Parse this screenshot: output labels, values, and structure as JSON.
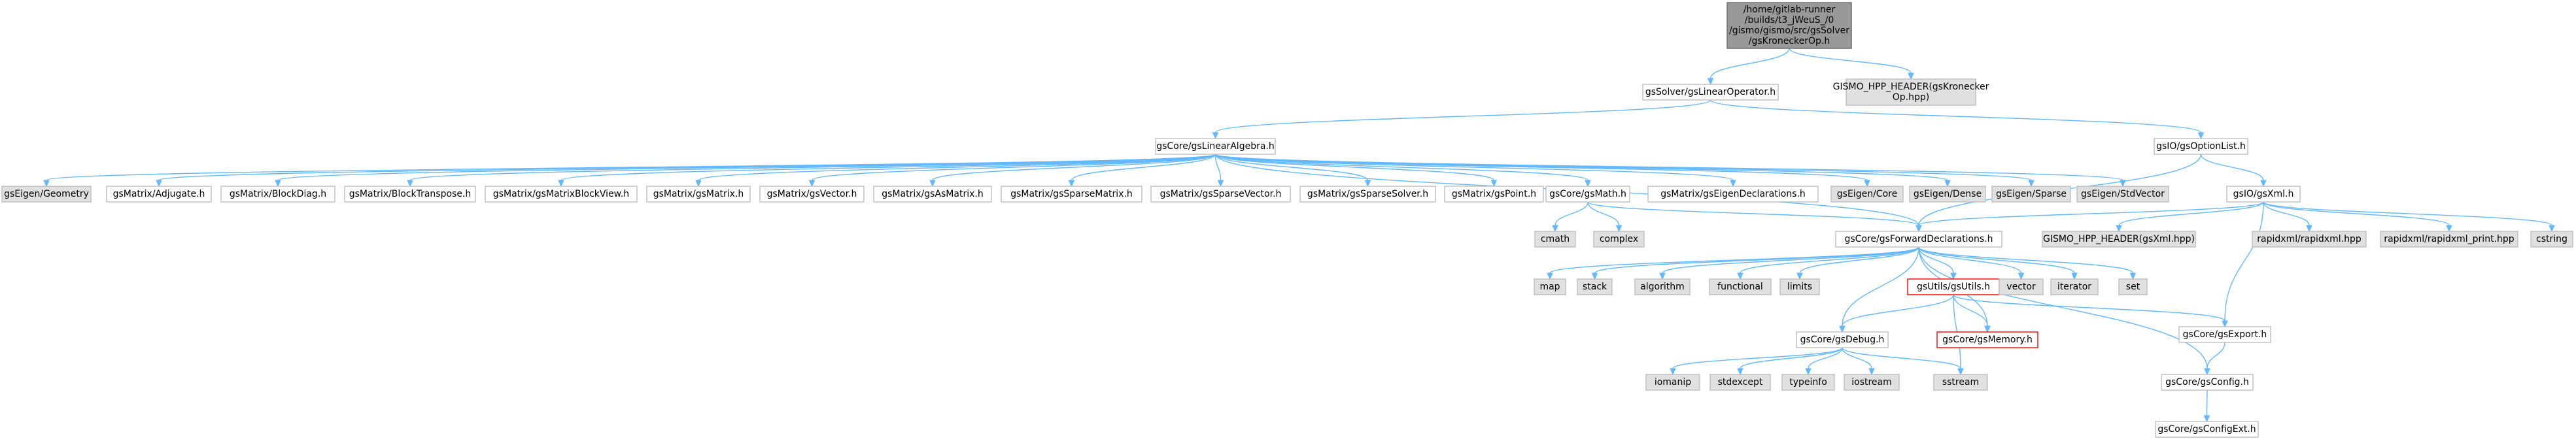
{
  "colors": {
    "edge": "#63B8FF",
    "root_fill": "#999999",
    "root_stroke": "#666666",
    "local_fill": "#ffffff",
    "local_stroke": "#bfbfbf",
    "system_fill": "#e0e0e0",
    "system_stroke": "#bfbfbf",
    "highlight_stroke": "#ff0000",
    "text": "#000000"
  },
  "graph": {
    "nodes": [
      {
        "id": "root",
        "kind": "root",
        "lines": [
          "/home/gitlab-runner",
          "/builds/t3_jWeuS_/0",
          "/gismo/gismo/src/gsSolver",
          "/gsKroneckerOp.h"
        ]
      },
      {
        "id": "linop",
        "kind": "local",
        "lines": [
          "gsSolver/gsLinearOperator.h"
        ]
      },
      {
        "id": "hdrKron",
        "kind": "system",
        "lines": [
          "GISMO_HPP_HEADER(gsKronecker",
          "Op.hpp)"
        ]
      },
      {
        "id": "linalg",
        "kind": "local",
        "lines": [
          "gsCore/gsLinearAlgebra.h"
        ]
      },
      {
        "id": "optlist",
        "kind": "local",
        "lines": [
          "gsIO/gsOptionList.h"
        ]
      },
      {
        "id": "eigGeom",
        "kind": "system",
        "lines": [
          "gsEigen/Geometry"
        ]
      },
      {
        "id": "adjugate",
        "kind": "local",
        "lines": [
          "gsMatrix/Adjugate.h"
        ]
      },
      {
        "id": "blockdiag",
        "kind": "local",
        "lines": [
          "gsMatrix/BlockDiag.h"
        ]
      },
      {
        "id": "blocktr",
        "kind": "local",
        "lines": [
          "gsMatrix/BlockTranspose.h"
        ]
      },
      {
        "id": "blockview",
        "kind": "local",
        "lines": [
          "gsMatrix/gsMatrixBlockView.h"
        ]
      },
      {
        "id": "gsmatrix",
        "kind": "local",
        "lines": [
          "gsMatrix/gsMatrix.h"
        ]
      },
      {
        "id": "gsvector",
        "kind": "local",
        "lines": [
          "gsMatrix/gsVector.h"
        ]
      },
      {
        "id": "asmatrix",
        "kind": "local",
        "lines": [
          "gsMatrix/gsAsMatrix.h"
        ]
      },
      {
        "id": "spmatrix",
        "kind": "local",
        "lines": [
          "gsMatrix/gsSparseMatrix.h"
        ]
      },
      {
        "id": "spvector",
        "kind": "local",
        "lines": [
          "gsMatrix/gsSparseVector.h"
        ]
      },
      {
        "id": "spsolver",
        "kind": "local",
        "lines": [
          "gsMatrix/gsSparseSolver.h"
        ]
      },
      {
        "id": "point",
        "kind": "local",
        "lines": [
          "gsMatrix/gsPoint.h"
        ]
      },
      {
        "id": "math",
        "kind": "local",
        "lines": [
          "gsCore/gsMath.h"
        ]
      },
      {
        "id": "eigdecl",
        "kind": "local",
        "lines": [
          "gsMatrix/gsEigenDeclarations.h"
        ]
      },
      {
        "id": "eigCore",
        "kind": "system",
        "lines": [
          "gsEigen/Core"
        ]
      },
      {
        "id": "eigDense",
        "kind": "system",
        "lines": [
          "gsEigen/Dense"
        ]
      },
      {
        "id": "eigSparse",
        "kind": "system",
        "lines": [
          "gsEigen/Sparse"
        ]
      },
      {
        "id": "eigStd",
        "kind": "system",
        "lines": [
          "gsEigen/StdVector"
        ]
      },
      {
        "id": "xml",
        "kind": "local",
        "lines": [
          "gsIO/gsXml.h"
        ]
      },
      {
        "id": "cmath",
        "kind": "system",
        "lines": [
          "cmath"
        ]
      },
      {
        "id": "complex",
        "kind": "system",
        "lines": [
          "complex"
        ]
      },
      {
        "id": "fwd",
        "kind": "local",
        "lines": [
          "gsCore/gsForwardDeclarations.h"
        ]
      },
      {
        "id": "hdrXml",
        "kind": "system",
        "lines": [
          "GISMO_HPP_HEADER(gsXml.hpp)"
        ]
      },
      {
        "id": "rapid",
        "kind": "system",
        "lines": [
          "rapidxml/rapidxml.hpp"
        ]
      },
      {
        "id": "rapidprint",
        "kind": "system",
        "lines": [
          "rapidxml/rapidxml_print.hpp"
        ]
      },
      {
        "id": "cstring",
        "kind": "system",
        "lines": [
          "cstring"
        ]
      },
      {
        "id": "map",
        "kind": "system",
        "lines": [
          "map"
        ]
      },
      {
        "id": "stack",
        "kind": "system",
        "lines": [
          "stack"
        ]
      },
      {
        "id": "algorithm",
        "kind": "system",
        "lines": [
          "algorithm"
        ]
      },
      {
        "id": "functional",
        "kind": "system",
        "lines": [
          "functional"
        ]
      },
      {
        "id": "limits",
        "kind": "system",
        "lines": [
          "limits"
        ]
      },
      {
        "id": "utils",
        "kind": "highlight",
        "lines": [
          "gsUtils/gsUtils.h"
        ]
      },
      {
        "id": "vector",
        "kind": "system",
        "lines": [
          "vector"
        ]
      },
      {
        "id": "iterator",
        "kind": "system",
        "lines": [
          "iterator"
        ]
      },
      {
        "id": "set",
        "kind": "system",
        "lines": [
          "set"
        ]
      },
      {
        "id": "export",
        "kind": "local",
        "lines": [
          "gsCore/gsExport.h"
        ]
      },
      {
        "id": "debug",
        "kind": "local",
        "lines": [
          "gsCore/gsDebug.h"
        ]
      },
      {
        "id": "memory",
        "kind": "highlight",
        "lines": [
          "gsCore/gsMemory.h"
        ]
      },
      {
        "id": "config",
        "kind": "local",
        "lines": [
          "gsCore/gsConfig.h"
        ]
      },
      {
        "id": "iomanip",
        "kind": "system",
        "lines": [
          "iomanip"
        ]
      },
      {
        "id": "stdexcept",
        "kind": "system",
        "lines": [
          "stdexcept"
        ]
      },
      {
        "id": "typeinfo",
        "kind": "system",
        "lines": [
          "typeinfo"
        ]
      },
      {
        "id": "iostream",
        "kind": "system",
        "lines": [
          "iostream"
        ]
      },
      {
        "id": "sstream",
        "kind": "system",
        "lines": [
          "sstream"
        ]
      },
      {
        "id": "configext",
        "kind": "local",
        "lines": [
          "gsCore/gsConfigExt.h"
        ]
      }
    ],
    "edges": [
      [
        "root",
        "linop"
      ],
      [
        "root",
        "hdrKron"
      ],
      [
        "linop",
        "linalg"
      ],
      [
        "linop",
        "optlist"
      ],
      [
        "linalg",
        "eigGeom"
      ],
      [
        "linalg",
        "adjugate"
      ],
      [
        "linalg",
        "blockdiag"
      ],
      [
        "linalg",
        "blocktr"
      ],
      [
        "linalg",
        "blockview"
      ],
      [
        "linalg",
        "gsmatrix"
      ],
      [
        "linalg",
        "gsvector"
      ],
      [
        "linalg",
        "asmatrix"
      ],
      [
        "linalg",
        "spmatrix"
      ],
      [
        "linalg",
        "spvector"
      ],
      [
        "linalg",
        "spsolver"
      ],
      [
        "linalg",
        "point"
      ],
      [
        "linalg",
        "math"
      ],
      [
        "linalg",
        "eigdecl"
      ],
      [
        "linalg",
        "eigCore"
      ],
      [
        "linalg",
        "eigDense"
      ],
      [
        "linalg",
        "eigSparse"
      ],
      [
        "linalg",
        "eigStd"
      ],
      [
        "linalg",
        "fwd"
      ],
      [
        "optlist",
        "xml"
      ],
      [
        "optlist",
        "fwd"
      ],
      [
        "math",
        "cmath"
      ],
      [
        "math",
        "complex"
      ],
      [
        "math",
        "fwd"
      ],
      [
        "xml",
        "fwd"
      ],
      [
        "xml",
        "hdrXml"
      ],
      [
        "xml",
        "rapid"
      ],
      [
        "xml",
        "rapidprint"
      ],
      [
        "xml",
        "cstring"
      ],
      [
        "xml",
        "export"
      ],
      [
        "fwd",
        "map"
      ],
      [
        "fwd",
        "stack"
      ],
      [
        "fwd",
        "algorithm"
      ],
      [
        "fwd",
        "functional"
      ],
      [
        "fwd",
        "limits"
      ],
      [
        "fwd",
        "utils"
      ],
      [
        "fwd",
        "vector"
      ],
      [
        "fwd",
        "iterator"
      ],
      [
        "fwd",
        "set"
      ],
      [
        "fwd",
        "debug"
      ],
      [
        "fwd",
        "memory"
      ],
      [
        "fwd",
        "config"
      ],
      [
        "utils",
        "debug"
      ],
      [
        "utils",
        "memory"
      ],
      [
        "utils",
        "export"
      ],
      [
        "utils",
        "sstream"
      ],
      [
        "debug",
        "iomanip"
      ],
      [
        "debug",
        "stdexcept"
      ],
      [
        "debug",
        "typeinfo"
      ],
      [
        "debug",
        "iostream"
      ],
      [
        "debug",
        "sstream"
      ],
      [
        "export",
        "config"
      ],
      [
        "config",
        "configext"
      ]
    ]
  }
}
